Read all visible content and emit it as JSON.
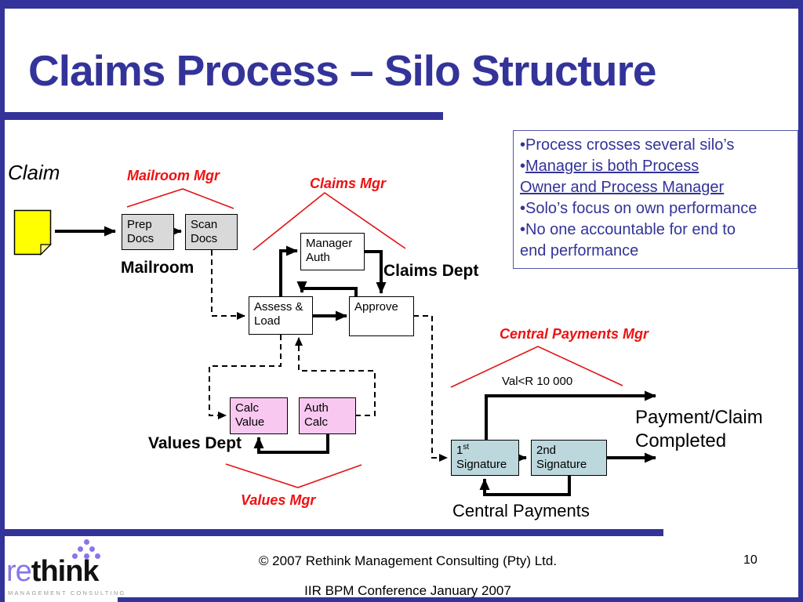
{
  "slide": {
    "title": "Claims Process – Silo Structure",
    "page_number": "10",
    "copyright": "© 2007 Rethink Management Consulting (Pty) Ltd.",
    "conference": "IIR BPM Conference January 2007"
  },
  "logo": {
    "prefix": "re",
    "suffix": "think",
    "tagline": "MANAGEMENT CONSULTING"
  },
  "callout": {
    "lines": [
      {
        "bullet": "•",
        "text": "Process crosses several silo’s"
      },
      {
        "bullet": "•",
        "text": "Manager is both Process"
      },
      {
        "bullet": "",
        "text": "Owner and Process Manager"
      },
      {
        "bullet": "•",
        "text": "Solo’s focus on own performance"
      },
      {
        "bullet": "•",
        "text": "No one accountable for end to"
      },
      {
        "bullet": "",
        "text": "end performance"
      }
    ]
  },
  "labels": {
    "claim": "Claim",
    "mailroom": "Mailroom",
    "claims_dept": "Claims Dept",
    "values_dept": "Values Dept",
    "central_payments": "Central Payments",
    "payment_completed": "Payment/Claim Completed",
    "value_condition": "Val<R 10 000"
  },
  "managers": {
    "mailroom": "Mailroom Mgr",
    "claims": "Claims Mgr",
    "central_payments": "Central Payments Mgr",
    "values": "Values Mgr"
  },
  "boxes": {
    "prep_docs": "Prep Docs",
    "scan_docs": "Scan Docs",
    "manager_auth": "Manager Auth",
    "assess_load": "Assess & Load",
    "approve": "Approve",
    "calc_value": "Calc Value",
    "auth_calc": "Auth Calc",
    "sig1_num": "1",
    "sig1_ord": "st",
    "sig1_word": "Signature",
    "sig2_num": "2nd",
    "sig2_word": "Signature"
  },
  "colors": {
    "accent_blue": "#333399",
    "label_red": "#EE1111",
    "claim_yellow": "#FFFF00",
    "mailroom_gray": "#D9D9D9",
    "values_pink": "#F8C8F0",
    "payments_blue": "#BCD8DC",
    "logo_purple": "#8677E8"
  }
}
